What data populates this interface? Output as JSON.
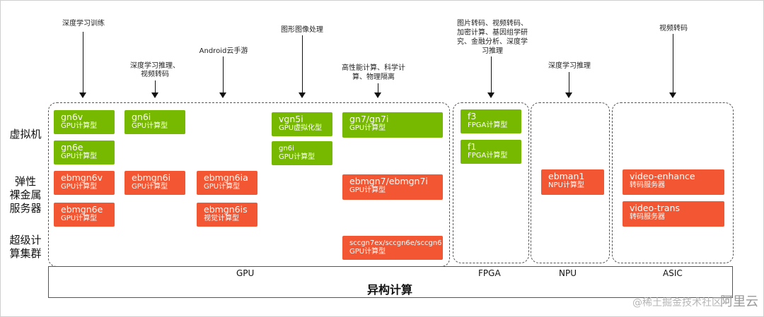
{
  "row_labels": {
    "vm": "虚拟机",
    "ebm_1": "弹性",
    "ebm_2": "裸金属",
    "ebm_3": "服务器",
    "scc_1": "超级计",
    "scc_2": "算集群"
  },
  "annotations": {
    "dl_train": "深度学习训练",
    "dl_infer_1": "深度学习推理、",
    "dl_infer_2": "视频转码",
    "android": "Android云手游",
    "graphics": "图形图像处理",
    "hpc_1": "高性能计算、科学计",
    "hpc_2": "算、物理隔离",
    "fpga_1": "图片转码、视频转码、",
    "fpga_2": "加密计算、基因组学研",
    "fpga_3": "究、金融分析、深度学",
    "fpga_4": "习推理",
    "npu": "深度学习推理",
    "asic": "视频转码"
  },
  "boxes": {
    "gn6v": {
      "name": "gn6v",
      "type": "GPU计算型"
    },
    "gn6e": {
      "name": "gn6e",
      "type": "GPU计算型"
    },
    "ebmgn6v": {
      "name": "ebmgn6v",
      "type": "GPU计算型"
    },
    "ebmgn6e": {
      "name": "ebmgn6e",
      "type": "GPU计算型"
    },
    "gn6i": {
      "name": "gn6i",
      "type": "GPU计算型"
    },
    "ebmgn6i": {
      "name": "ebmgn6i",
      "type": "GPU计算型"
    },
    "ebmgn6ia": {
      "name": "ebmgn6ia",
      "type": "GPU计算型"
    },
    "ebmgn6is": {
      "name": "ebmgn6is",
      "type": "视觉计算型"
    },
    "vgn5i": {
      "name": "vgn5i",
      "type": "GPU虚拟化型"
    },
    "gn6i_b": {
      "name": "gn6i",
      "type": "GPU计算型"
    },
    "gn7": {
      "name": "gn7/gn7i",
      "type": "GPU计算型"
    },
    "ebmgn7": {
      "name": "ebmgn7/ebmgn7i",
      "type": "GPU计算型"
    },
    "sccgn": {
      "name": "sccgn7ex/sccgn6e/sccgn6",
      "type": "GPU计算型"
    },
    "f3": {
      "name": "f3",
      "type": "FPGA计算型"
    },
    "f1": {
      "name": "f1",
      "type": "FPGA计算型"
    },
    "ebman1": {
      "name": "ebman1",
      "type": "NPU计算型"
    },
    "video_enhance": {
      "name": "video-enhance",
      "type": "转码服务器"
    },
    "video_trans": {
      "name": "video-trans",
      "type": "转码服务器"
    }
  },
  "columns": {
    "gpu": "GPU",
    "fpga": "FPGA",
    "npu": "NPU",
    "asic": "ASIC"
  },
  "bottom_title": "异构计算",
  "watermark": "@稀土掘金技术社区",
  "watermark_logo": "阿里云",
  "colors": {
    "green": "#76b900",
    "red": "#f25632"
  }
}
